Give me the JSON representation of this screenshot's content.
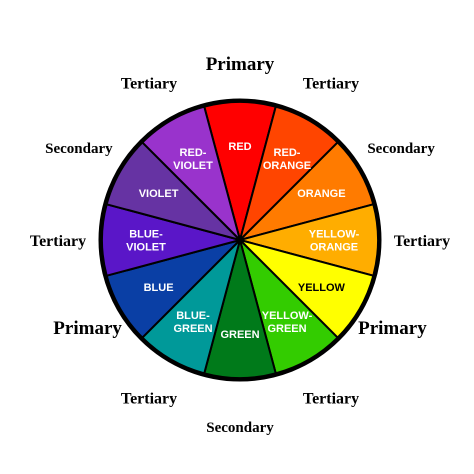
{
  "wheel": {
    "segments": [
      {
        "lines": [
          "RED"
        ],
        "color": "#ff0000",
        "text_color": "#ffffff"
      },
      {
        "lines": [
          "RED-",
          "ORANGE"
        ],
        "color": "#ff4500",
        "text_color": "#ffffff"
      },
      {
        "lines": [
          "ORANGE"
        ],
        "color": "#ff7b00",
        "text_color": "#ffffff"
      },
      {
        "lines": [
          "YELLOW-",
          "ORANGE"
        ],
        "color": "#ffad00",
        "text_color": "#ffffff"
      },
      {
        "lines": [
          "YELLOW"
        ],
        "color": "#ffff00",
        "text_color": "#000000"
      },
      {
        "lines": [
          "YELLOW-",
          "GREEN"
        ],
        "color": "#33cc00",
        "text_color": "#ffffff"
      },
      {
        "lines": [
          "GREEN"
        ],
        "color": "#007a1a",
        "text_color": "#ffffff"
      },
      {
        "lines": [
          "BLUE-",
          "GREEN"
        ],
        "color": "#009999",
        "text_color": "#ffffff"
      },
      {
        "lines": [
          "BLUE"
        ],
        "color": "#0a3fa5",
        "text_color": "#ffffff"
      },
      {
        "lines": [
          "BLUE-",
          "VIOLET"
        ],
        "color": "#5a16c8",
        "text_color": "#ffffff"
      },
      {
        "lines": [
          "VIOLET"
        ],
        "color": "#6633a3",
        "text_color": "#ffffff"
      },
      {
        "lines": [
          "RED-",
          "VIOLET"
        ],
        "color": "#9933cc",
        "text_color": "#ffffff"
      }
    ],
    "outline_color": "#000000"
  },
  "outer_labels": [
    {
      "text": "Primary",
      "kind": "primary"
    },
    {
      "text": "Tertiary",
      "kind": "tertiary"
    },
    {
      "text": "Secondary",
      "kind": "secondary"
    },
    {
      "text": "Tertiary",
      "kind": "tertiary"
    },
    {
      "text": "Primary",
      "kind": "primary"
    },
    {
      "text": "Tertiary",
      "kind": "tertiary"
    },
    {
      "text": "Secondary",
      "kind": "secondary"
    },
    {
      "text": "Tertiary",
      "kind": "tertiary"
    },
    {
      "text": "Primary",
      "kind": "primary"
    },
    {
      "text": "Tertiary",
      "kind": "tertiary"
    },
    {
      "text": "Secondary",
      "kind": "secondary"
    },
    {
      "text": "Tertiary",
      "kind": "tertiary"
    }
  ]
}
